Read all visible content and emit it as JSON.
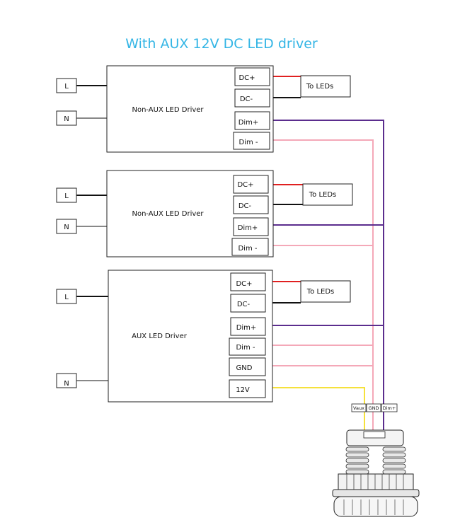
{
  "title": "With AUX 12V DC  LED driver",
  "drivers": [
    {
      "name": "Non-AUX  LED Driver",
      "input_l": "L",
      "input_n": "N",
      "terminals": [
        "DC+",
        "DC-",
        "Dim+",
        "Dim -"
      ],
      "output": "To LEDs"
    },
    {
      "name": "Non-AUX  LED Driver",
      "input_l": "L",
      "input_n": "N",
      "terminals": [
        "DC+",
        "DC-",
        "Dim+",
        "Dim -"
      ],
      "output": "To LEDs"
    },
    {
      "name": "AUX  LED Driver",
      "input_l": "L",
      "input_n": "N",
      "terminals": [
        "DC+",
        "DC-",
        "Dim+",
        "Dim -",
        "GND",
        "12V"
      ],
      "output": "To LEDs"
    }
  ],
  "dimmer_labels": {
    "vaux": "Vaux",
    "gnd": "GND",
    "dim": "Dim+"
  },
  "colors": {
    "title": "#33b5e5",
    "dc_plus": "#e02020",
    "dc_minus": "#111111",
    "dim_plus": "#5b2d8e",
    "dim_minus": "#f4a8b8",
    "aux_12v": "#f5e13c",
    "live": "#111111",
    "neutral": "#888888"
  }
}
